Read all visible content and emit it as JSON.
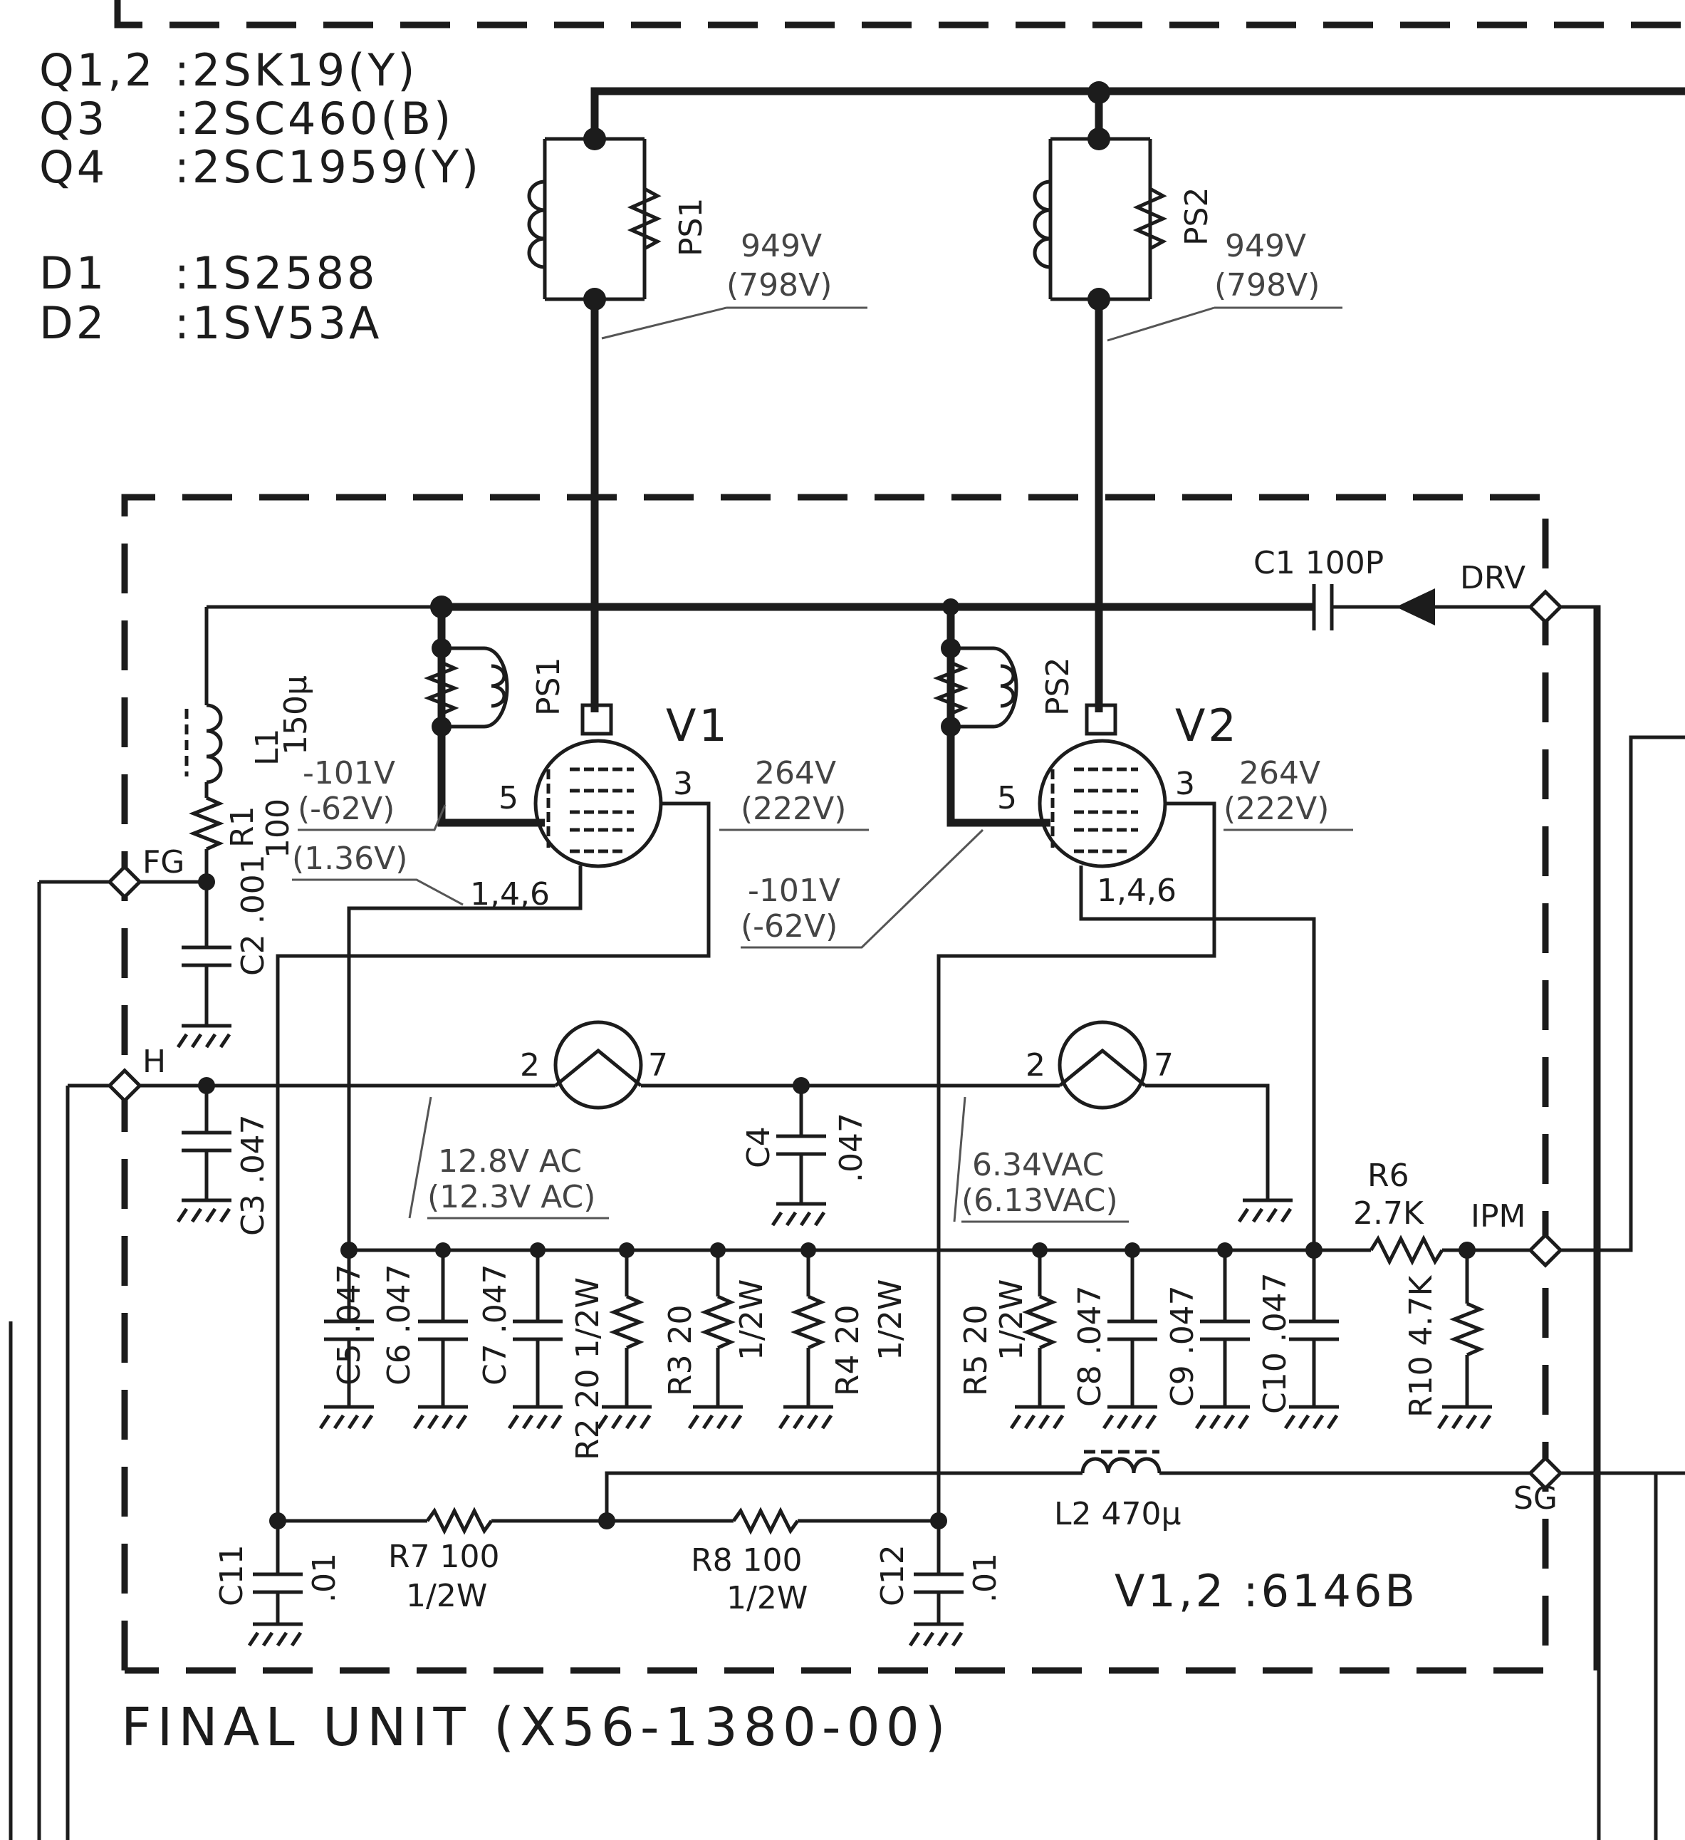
{
  "parts": [
    {
      "ref": "Q1,2",
      "value": ":2SK19(Y)"
    },
    {
      "ref": "Q3",
      "value": ":2SC460(B)"
    },
    {
      "ref": "Q4",
      "value": ":2SC1959(Y)"
    },
    {
      "ref": "D1",
      "value": ":1S2588"
    },
    {
      "ref": "D2",
      "value": ":1SV53A"
    }
  ],
  "plate_choke_1": "PS1",
  "plate_choke_2": "PS2",
  "plate_voltage": {
    "tx": "949V",
    "rx": "(798V)"
  },
  "grid_choke_1": "PS1",
  "grid_choke_2": "PS2",
  "tubes": {
    "v1": "V1",
    "v2": "V2",
    "type": "V1,2 :6146B"
  },
  "pins": {
    "grid": "5",
    "screen": "3",
    "cathode": "1,4,6",
    "heater_a": "2",
    "heater_b": "7"
  },
  "screen_voltage": {
    "tx": "264V",
    "rx": "(222V)"
  },
  "grid_voltage": {
    "tx": "-101V",
    "rx": "(-62V)"
  },
  "cathode_voltage": "(1.36V)",
  "heater_voltage_1": {
    "tx": "12.8V AC",
    "rx": "(12.3V AC)"
  },
  "heater_voltage_2": {
    "tx": "6.34VAC",
    "rx": "(6.13VAC)"
  },
  "components": {
    "c1": "C1 100P",
    "l1": "L1",
    "l1_value": "150µ",
    "r1": "R1",
    "r1_value": "100",
    "c2": "C2 .001",
    "c3": "C3 .047",
    "c4": "C4",
    "c4_value": ".047",
    "c5": "C5 .047",
    "c6": "C6 .047",
    "c7": "C7 .047",
    "r2": "R2 20 1/2W",
    "r3": "R3 20",
    "r3_w": "1/2W",
    "r4": "R4 20",
    "r4_w": "1/2W",
    "r5": "R5 20",
    "r5_w": "1/2W",
    "c8": "C8 .047",
    "c9": "C9 .047",
    "c10": "C10 .047",
    "r6": "R6",
    "r6_value": "2.7K",
    "r10": "R10 4.7K",
    "r7": "R7 100",
    "r7_w": "1/2W",
    "r8": "R8 100",
    "r8_w": "1/2W",
    "c11": "C11",
    "c11_value": ".01",
    "c12": "C12",
    "c12_value": ".01",
    "l2": "L2 470µ"
  },
  "terminals": {
    "drv": "DRV",
    "fg": "FG",
    "h": "H",
    "ipm": "IPM",
    "sg": "SG"
  },
  "unit_title": "FINAL UNIT (X56-1380-00)"
}
